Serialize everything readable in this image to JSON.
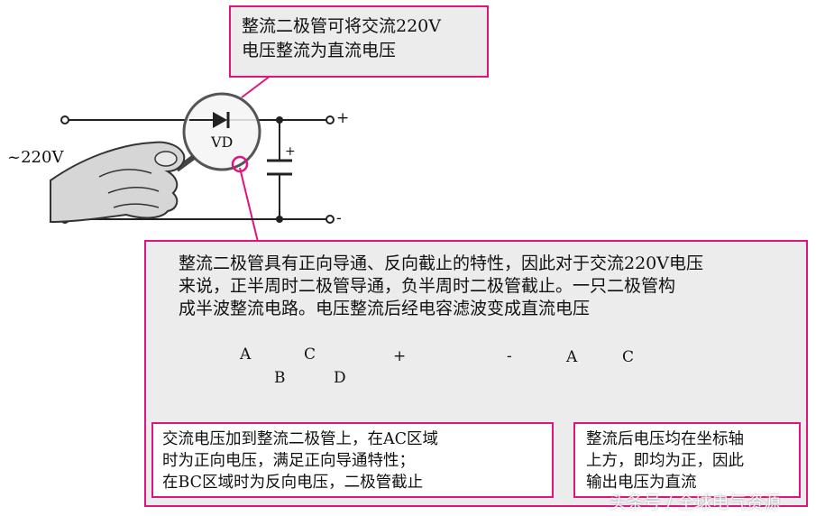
{
  "top_callout": {
    "line1": "整流二极管可将交流220V",
    "line2": "电压整流为直流电压"
  },
  "circuit": {
    "source_label": "~220V",
    "diode_label": "VD",
    "plus_terminal": "+",
    "minus_terminal": "-",
    "capacitor_plus": "+"
  },
  "main_panel": {
    "line1": "整流二极管具有正向导通、反向截止的特性，因此对于交流220V电压",
    "line2": "来说，正半周时二极管导通，负半周时二极管截止。一只二极管构",
    "line3": "成半波整流电路。电压整流后经电容滤波变成直流电压"
  },
  "waveform_labels": {
    "input": [
      "A",
      "B",
      "C",
      "D"
    ],
    "output": [
      "A",
      "C"
    ],
    "diode_plus": "+",
    "diode_minus": "-"
  },
  "left_box": {
    "line1": "交流电压加到整流二极管上，在AC区域",
    "line2": "时为正向电压，满足正向导通特性；",
    "line3": "在BC区域时为反向电压，二极管截止"
  },
  "right_box": {
    "line1": "整流后电压均在坐标轴",
    "line2": "上方，即均为正，因此",
    "line3": "输出电压为直流"
  },
  "watermark": "头条号 / 全球电气资源",
  "colors": {
    "accent": "#e0147f",
    "panel": "#ececec"
  }
}
